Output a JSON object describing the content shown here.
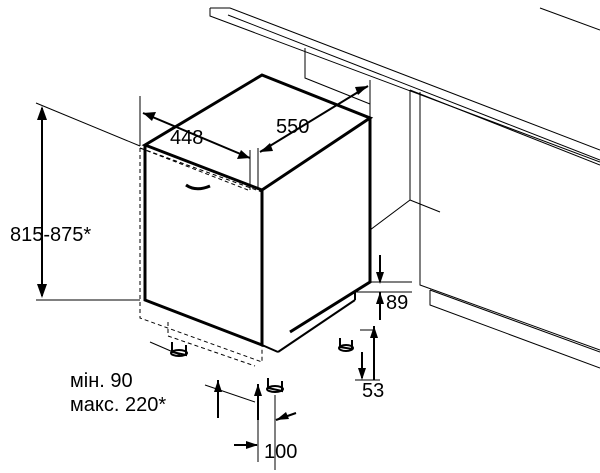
{
  "dimensions": {
    "height": "815-875*",
    "width": "448",
    "depth": "550",
    "plinth_top": "89",
    "plinth_bottom": "53",
    "min_label": "мін. 90",
    "max_label": "макс. 220*",
    "door_gap": "100"
  }
}
